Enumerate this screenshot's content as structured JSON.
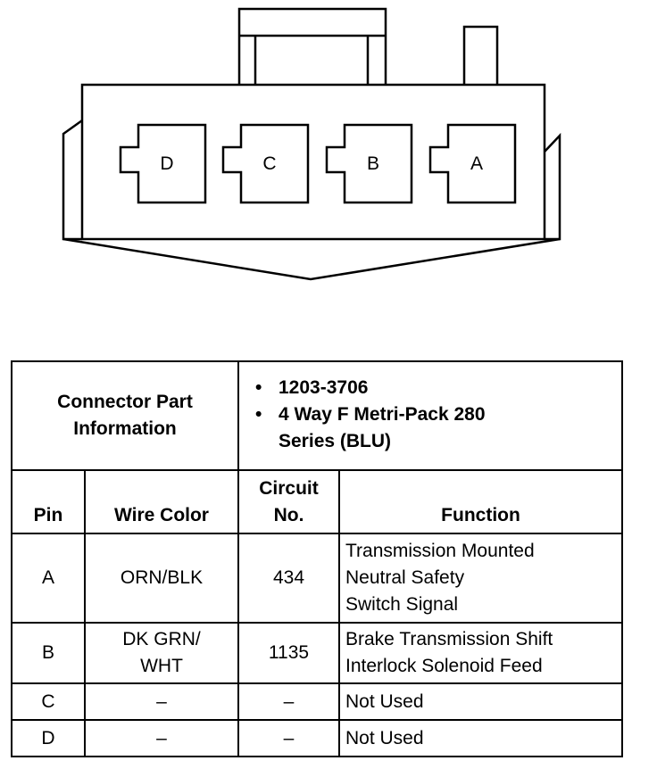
{
  "connector": {
    "cavities": [
      {
        "label": "D"
      },
      {
        "label": "C"
      },
      {
        "label": "B"
      },
      {
        "label": "A"
      }
    ]
  },
  "table": {
    "part_info_label_line1": "Connector Part",
    "part_info_label_line2": "Information",
    "part_numbers": [
      {
        "text": "1203-3706"
      },
      {
        "line1": "4 Way F Metri-Pack 280",
        "line2": "Series (BLU)"
      }
    ],
    "headers": {
      "pin": "Pin",
      "wire_color": "Wire Color",
      "circuit_line1": "Circuit",
      "circuit_line2": "No.",
      "function": "Function"
    },
    "rows": [
      {
        "pin": "A",
        "wire_color": [
          "ORN/BLK"
        ],
        "circuit": "434",
        "function": [
          "Transmission Mounted",
          "Neutral Safety",
          "Switch Signal"
        ]
      },
      {
        "pin": "B",
        "wire_color": [
          "DK GRN/",
          "WHT"
        ],
        "circuit": "1135",
        "function": [
          "Brake Transmission Shift",
          "Interlock Solenoid Feed"
        ]
      },
      {
        "pin": "C",
        "wire_color": [
          "–"
        ],
        "circuit": "–",
        "function": [
          "Not Used"
        ]
      },
      {
        "pin": "D",
        "wire_color": [
          "–"
        ],
        "circuit": "–",
        "function": [
          "Not Used"
        ]
      }
    ]
  }
}
